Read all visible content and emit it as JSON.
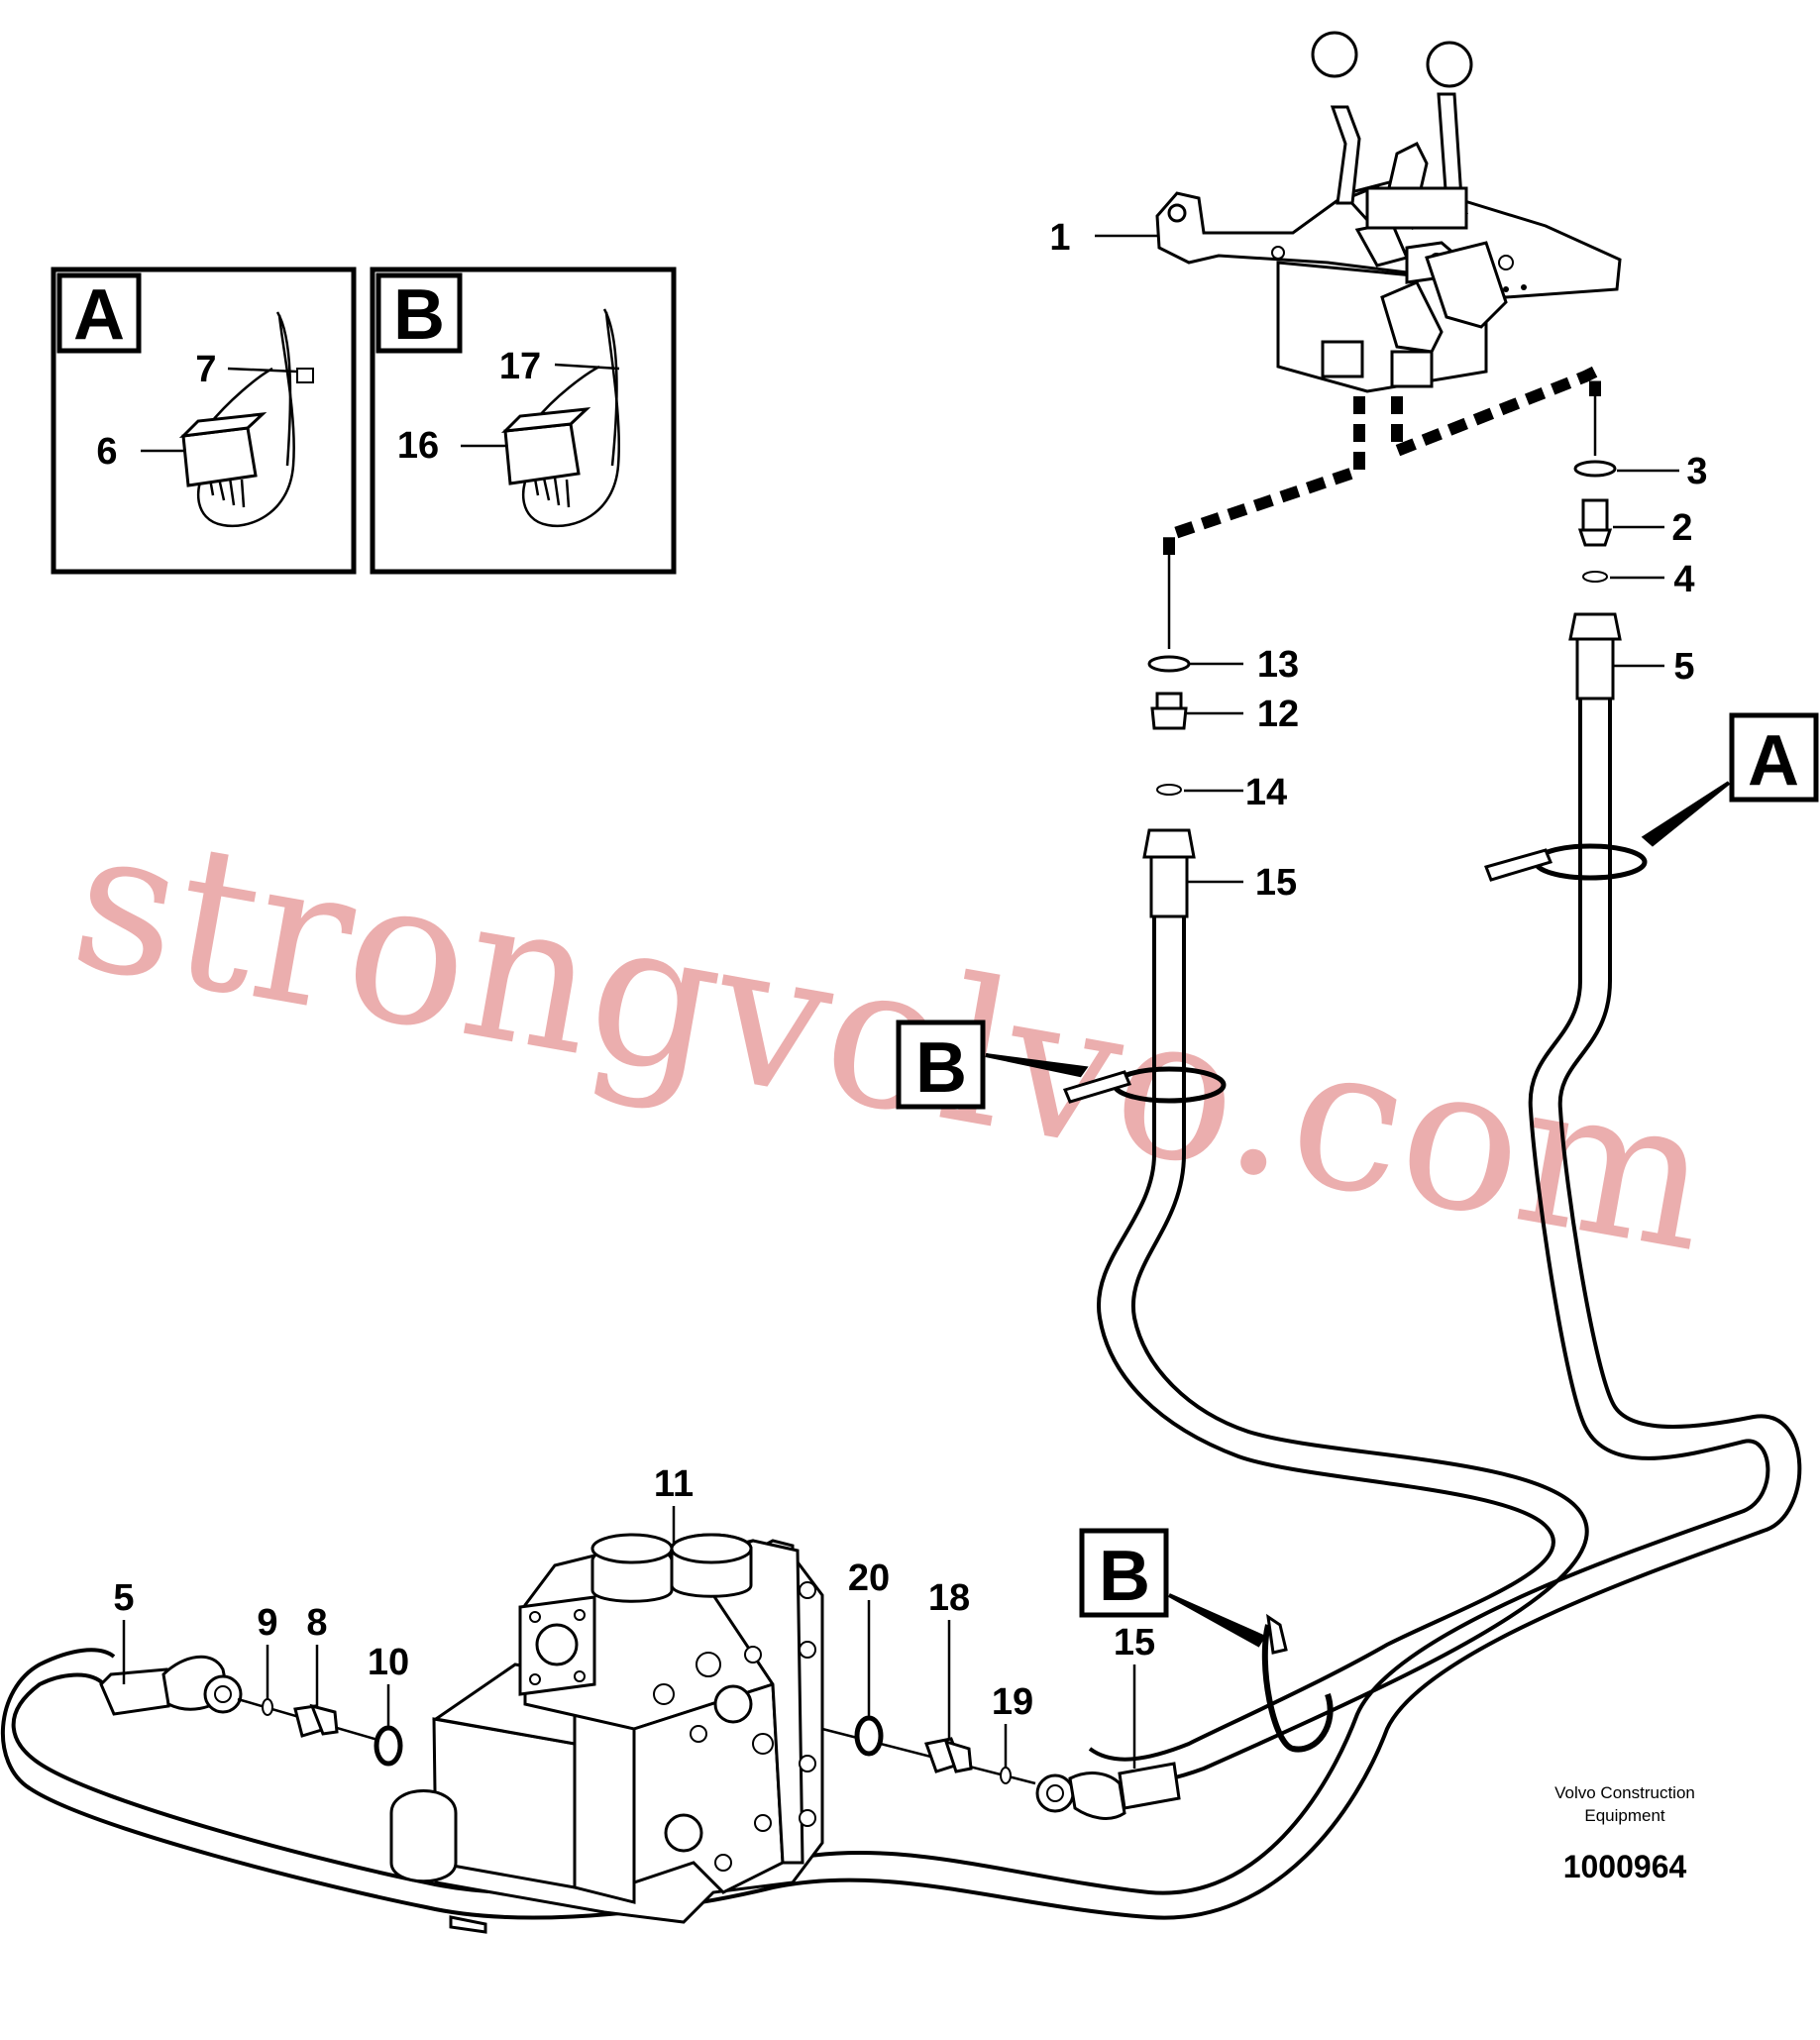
{
  "callouts": {
    "detail_a": "A",
    "detail_b": "B",
    "pointer_a": "A",
    "pointer_b_upper": "B",
    "pointer_b_lower": "B"
  },
  "labels": {
    "p1": "1",
    "p2": "2",
    "p3": "3",
    "p4": "4",
    "p5_top": "5",
    "p5_left": "5",
    "p6": "6",
    "p7": "7",
    "p8": "8",
    "p9": "9",
    "p10": "10",
    "p11": "11",
    "p12": "12",
    "p13": "13",
    "p14": "14",
    "p15_top": "15",
    "p15_bottom": "15",
    "p16": "16",
    "p17": "17",
    "p18": "18",
    "p19": "19",
    "p20": "20"
  },
  "watermark": "strongvolvo.com",
  "footer": {
    "company_line1": "Volvo Construction",
    "company_line2": "Equipment",
    "drawing_number": "1000964"
  }
}
